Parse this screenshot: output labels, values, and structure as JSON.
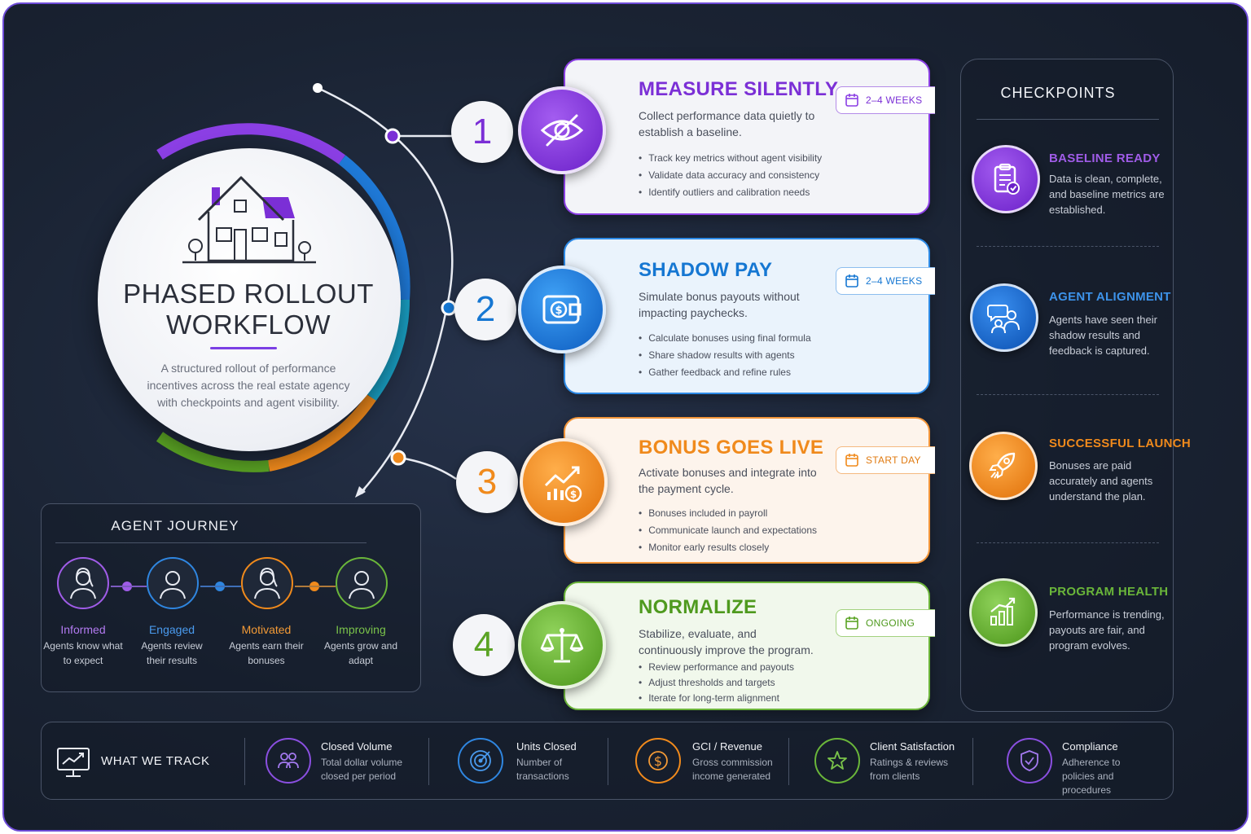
{
  "hero": {
    "title_line1": "PHASED ROLLOUT",
    "title_line2": "WORKFLOW",
    "description": "A structured rollout of performance incentives across the real estate agency with checkpoints and agent visibility."
  },
  "phases": [
    {
      "number": "1",
      "title": "MEASURE SILENTLY",
      "duration": "2–4 WEEKS",
      "description": "Collect performance data quietly to establish a baseline.",
      "bullets": [
        "Track key metrics without agent visibility",
        "Validate data accuracy and consistency",
        "Identify outliers and calibration needs"
      ],
      "color": "#7b2fd6",
      "icon": "eye-off-icon"
    },
    {
      "number": "2",
      "title": "SHADOW PAY",
      "duration": "2–4 WEEKS",
      "description": "Simulate bonus payouts without impacting paychecks.",
      "bullets": [
        "Calculate bonuses using final formula",
        "Share shadow results with agents",
        "Gather feedback and refine rules"
      ],
      "color": "#1677d2",
      "icon": "wallet-icon"
    },
    {
      "number": "3",
      "title": "BONUS GOES LIVE",
      "duration": "START DAY",
      "description": "Activate bonuses and integrate into the payment cycle.",
      "bullets": [
        "Bonuses included in payroll",
        "Communicate launch and expectations",
        "Monitor early results closely"
      ],
      "color": "#f08a1c",
      "icon": "growth-chart-icon"
    },
    {
      "number": "4",
      "title": "NORMALIZE",
      "duration": "ONGOING",
      "description": "Stabilize, evaluate, and continuously improve the program.",
      "bullets": [
        "Review performance and payouts",
        "Adjust thresholds and targets",
        "Iterate for long-term alignment"
      ],
      "color": "#5aa324",
      "icon": "scales-icon"
    }
  ],
  "checkpoints": {
    "header": "CHECKPOINTS",
    "items": [
      {
        "title": "BASELINE READY",
        "description": "Data is clean, complete, and baseline metrics are established.",
        "color": "#8a3fe0",
        "icon": "clipboard-check-icon"
      },
      {
        "title": "AGENT ALIGNMENT",
        "description": "Agents have seen their shadow results and feedback is captured.",
        "color": "#2a7fd8",
        "icon": "people-chat-icon"
      },
      {
        "title": "SUCCESSFUL LAUNCH",
        "description": "Bonuses are paid accurately and agents understand the plan.",
        "color": "#f08a1c",
        "icon": "rocket-icon"
      },
      {
        "title": "PROGRAM HEALTH",
        "description": "Performance is trending, payouts are fair, and program evolves.",
        "color": "#62ad2c",
        "icon": "bar-chart-up-icon"
      }
    ]
  },
  "agent_journey": {
    "title": "AGENT JOURNEY",
    "stages": [
      {
        "label": "Informed",
        "description": "Agents know what to expect",
        "color": "#a05ce8"
      },
      {
        "label": "Engaged",
        "description": "Agents review their results",
        "color": "#2f86e0"
      },
      {
        "label": "Motivated",
        "description": "Agents earn their bonuses",
        "color": "#f08a1c"
      },
      {
        "label": "Improving",
        "description": "Agents grow and adapt",
        "color": "#6ab63a"
      }
    ]
  },
  "tracking": {
    "title": "WHAT WE TRACK",
    "items": [
      {
        "label": "Closed Volume",
        "description": "Total dollar volume closed per period",
        "color": "#8a4fe0",
        "icon": "people-icon"
      },
      {
        "label": "Units Closed",
        "description": "Number of transactions",
        "color": "#2f86e0",
        "icon": "target-icon"
      },
      {
        "label": "GCI / Revenue",
        "description": "Gross commission income generated",
        "color": "#f08a1c",
        "icon": "dollar-icon"
      },
      {
        "label": "Client Satisfaction",
        "description": "Ratings & reviews from clients",
        "color": "#6ab63a",
        "icon": "star-icon"
      },
      {
        "label": "Compliance",
        "description": "Adherence to policies and procedures",
        "color": "#8a4fe0",
        "icon": "shield-check-icon"
      }
    ]
  }
}
